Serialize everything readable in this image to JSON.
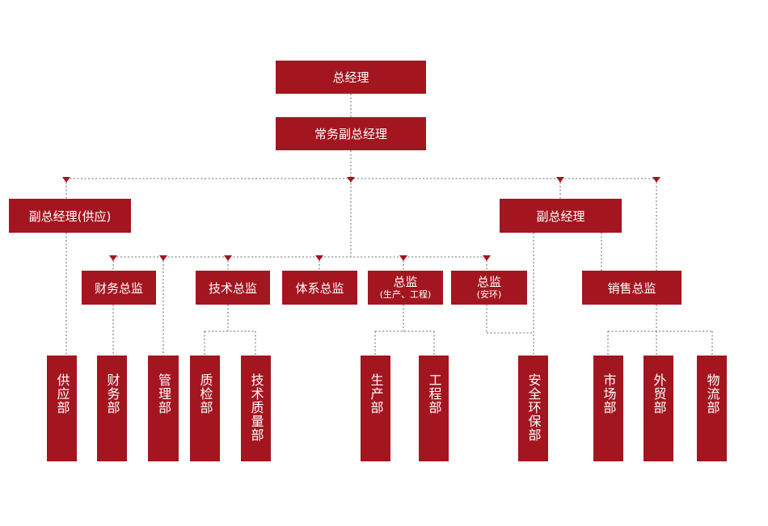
{
  "colors": {
    "box": "#a3161f",
    "line": "#8a8a8a",
    "marker": "#a3161f"
  },
  "nodes": {
    "gm": "总经理",
    "exec_vgm": "常务副总经理",
    "vgm_supply": "副总经理(供应)",
    "vgm": "副总经理",
    "finance_director": "财务总监",
    "tech_director": "技术总监",
    "system_director": "体系总监",
    "director_prod": {
      "main": "总监",
      "sub": "(生产、工程)"
    },
    "director_safety": {
      "main": "总监",
      "sub": "(安环)"
    },
    "sales_director": "销售总监",
    "supply_dept": "供应部",
    "finance_dept": "财务部",
    "management_dept": "管理部",
    "qc_dept": "质检部",
    "tech_quality_dept": "技术质量部",
    "production_dept": "生产部",
    "engineering_dept": "工程部",
    "safety_env_dept": "安全环保部",
    "market_dept": "市场部",
    "foreign_trade_dept": "外贸部",
    "logistics_dept": "物流部"
  }
}
